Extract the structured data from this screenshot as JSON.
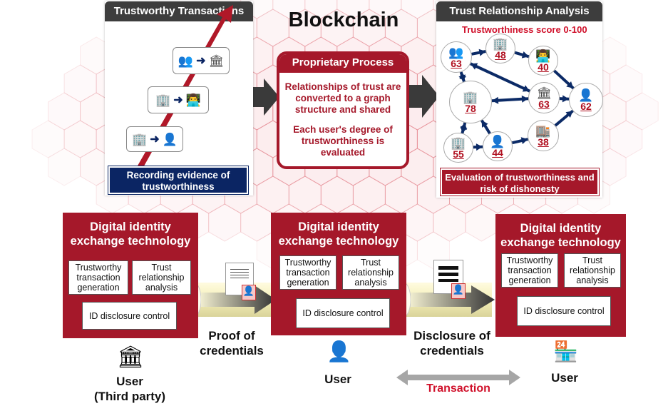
{
  "title": "Blockchain",
  "left_panel": {
    "title": "Trustworthy Transactions",
    "footer": "Recording evidence of trustworthiness",
    "steps": [
      {
        "from": "group-building-icon",
        "to": "government-building-icon"
      },
      {
        "from": "office-building-icon",
        "to": "office-worker-icon"
      },
      {
        "from": "building-icon",
        "to": "person-icon"
      }
    ]
  },
  "process": {
    "title": "Proprietary Process",
    "text1": "Relationships of trust are converted to a graph structure and shared",
    "text2": "Each user's degree of trustworthiness is evaluated"
  },
  "right_panel": {
    "title": "Trust Relationship Analysis",
    "subtitle": "Trustworthiness score 0-100",
    "footer": "Evaluation of trustworthiness and risk of dishonesty",
    "nodes": [
      {
        "id": "a",
        "score": "63",
        "icon": "group-building-icon"
      },
      {
        "id": "b",
        "score": "48",
        "icon": "office-building-icon"
      },
      {
        "id": "c",
        "score": "40",
        "icon": "office-worker-icon"
      },
      {
        "id": "d",
        "score": "78",
        "icon": "building-icon"
      },
      {
        "id": "e",
        "score": "63",
        "icon": "government-building-icon"
      },
      {
        "id": "f",
        "score": "62",
        "icon": "user-icon"
      },
      {
        "id": "g",
        "score": "55",
        "icon": "small-building-icon"
      },
      {
        "id": "h",
        "score": "44",
        "icon": "person-icon"
      },
      {
        "id": "i",
        "score": "38",
        "icon": "store-building-icon"
      }
    ]
  },
  "dit": {
    "title": "Digital identity exchange technology",
    "box1": "Trustworthy transaction generation",
    "box2": "Trust relationship analysis",
    "box3": "ID disclosure control"
  },
  "flows": {
    "proof": "Proof of credentials",
    "disclosure": "Disclosure of credentials"
  },
  "users": {
    "third_party": "User\n(Third party)",
    "user1": "User",
    "user2": "User"
  },
  "transaction": "Transaction",
  "colors": {
    "red": "#a5182a",
    "navy": "#0b2563",
    "dark": "#3d3d3d",
    "arrow": "#0b2a66"
  }
}
